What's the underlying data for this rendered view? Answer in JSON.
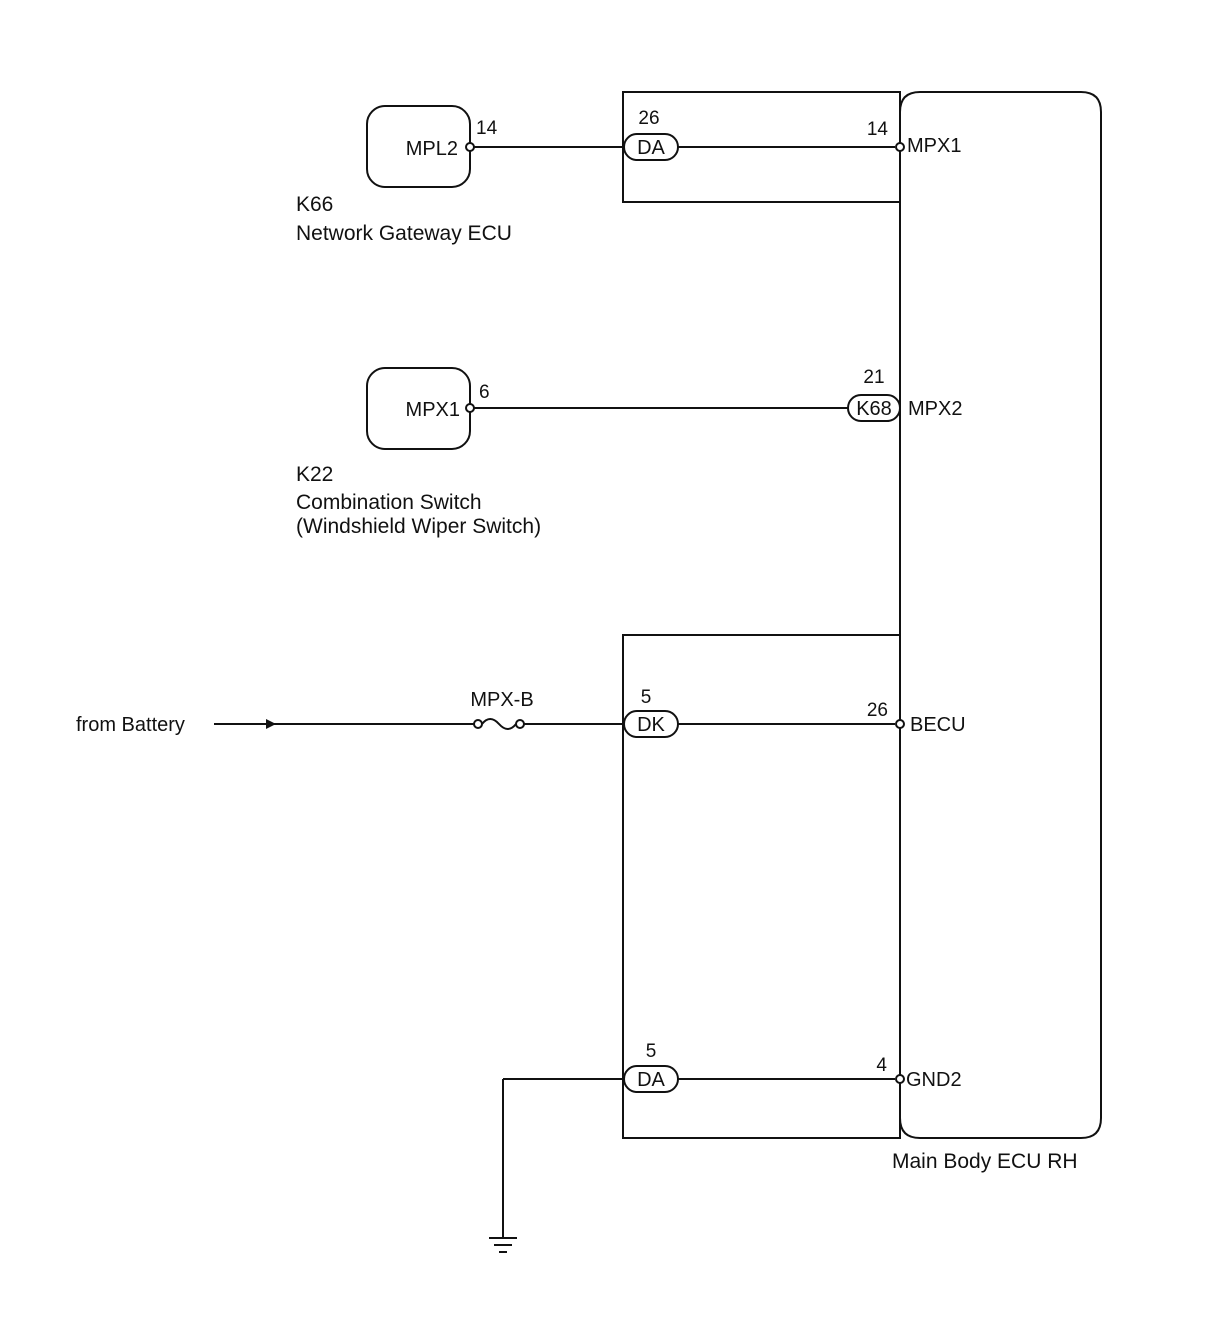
{
  "colors": {
    "line": "#111111",
    "background": "#ffffff"
  },
  "components": {
    "gateway": {
      "id": "K66",
      "name": "Network Gateway ECU",
      "terminal": "MPL2",
      "pin": "14"
    },
    "combo_switch": {
      "id": "K22",
      "name_line1": "Combination Switch",
      "name_line2": "(Windshield Wiper Switch)",
      "terminal": "MPX1",
      "pin": "6"
    },
    "main_body": {
      "name": "Main Body ECU RH",
      "terminals": {
        "mpx1": {
          "label": "MPX1",
          "pin": "14"
        },
        "mpx2": {
          "label": "MPX2",
          "pin": "21"
        },
        "becu": {
          "label": "BECU",
          "pin": "26"
        },
        "gnd2": {
          "label": "GND2",
          "pin": "4"
        }
      }
    }
  },
  "connectors": {
    "top": {
      "label": "DA",
      "pin": "26"
    },
    "mid": {
      "label": "K68"
    },
    "battery": {
      "label": "DK",
      "pin": "5"
    },
    "ground": {
      "label": "DA",
      "pin": "5"
    }
  },
  "source": {
    "label": "from Battery"
  },
  "fuse": {
    "label": "MPX-B"
  }
}
